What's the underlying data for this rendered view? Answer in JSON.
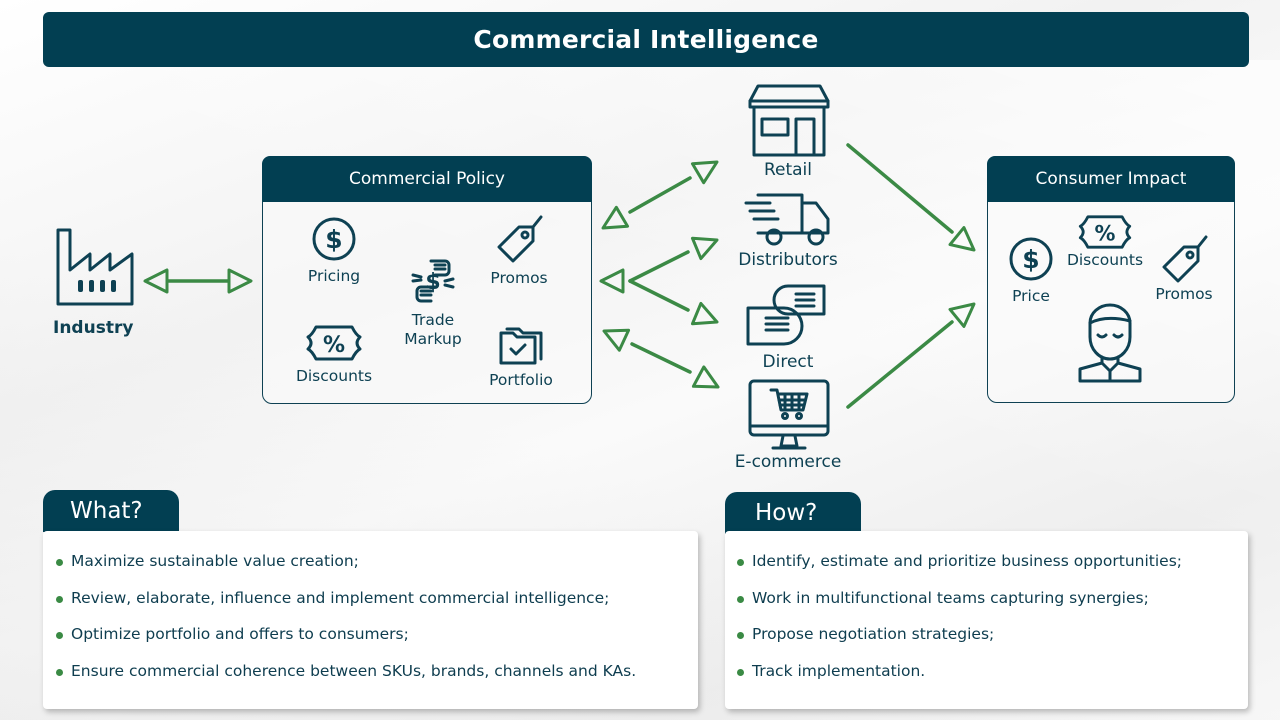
{
  "title": "Commercial Intelligence",
  "colors": {
    "primary": "#023f52",
    "icon": "#0e4153",
    "arrow": "#3b8a45",
    "bullet": "#3a8a44"
  },
  "industry": {
    "label": "Industry",
    "icon": "factory-icon"
  },
  "commercial_policy": {
    "title": "Commercial Policy",
    "items": [
      {
        "label": "Pricing",
        "icon": "dollar-circle-icon"
      },
      {
        "label": "Promos",
        "icon": "price-tag-icon"
      },
      {
        "label": "Trade\nMarkup",
        "line1": "Trade",
        "line2": "Markup",
        "icon": "hands-money-exchange-icon"
      },
      {
        "label": "Discounts",
        "icon": "percent-ticket-icon"
      },
      {
        "label": "Portfolio",
        "icon": "folder-check-icon"
      }
    ]
  },
  "channels": [
    {
      "label": "Retail",
      "icon": "store-icon"
    },
    {
      "label": "Distributors",
      "icon": "delivery-truck-icon"
    },
    {
      "label": "Direct",
      "icon": "handshake-icon"
    },
    {
      "label": "E-commerce",
      "icon": "monitor-cart-icon"
    }
  ],
  "consumer_impact": {
    "title": "Consumer Impact",
    "items": [
      {
        "label": "Price",
        "icon": "dollar-circle-icon"
      },
      {
        "label": "Discounts",
        "icon": "percent-ticket-icon"
      },
      {
        "label": "Promos",
        "icon": "price-tag-icon"
      },
      {
        "label": "",
        "icon": "consumer-person-icon"
      }
    ]
  },
  "what": {
    "title": "What?",
    "items": [
      "Maximize sustainable value creation;",
      "Review, elaborate, influence and implement commercial intelligence;",
      "Optimize portfolio and offers to consumers;",
      "Ensure commercial coherence between SKUs, brands, channels and KAs."
    ]
  },
  "how": {
    "title": "How?",
    "items": [
      "Identify, estimate and prioritize business opportunities;",
      "Work in multifunctional teams capturing synergies;",
      "Propose negotiation strategies;",
      "Track implementation."
    ]
  }
}
